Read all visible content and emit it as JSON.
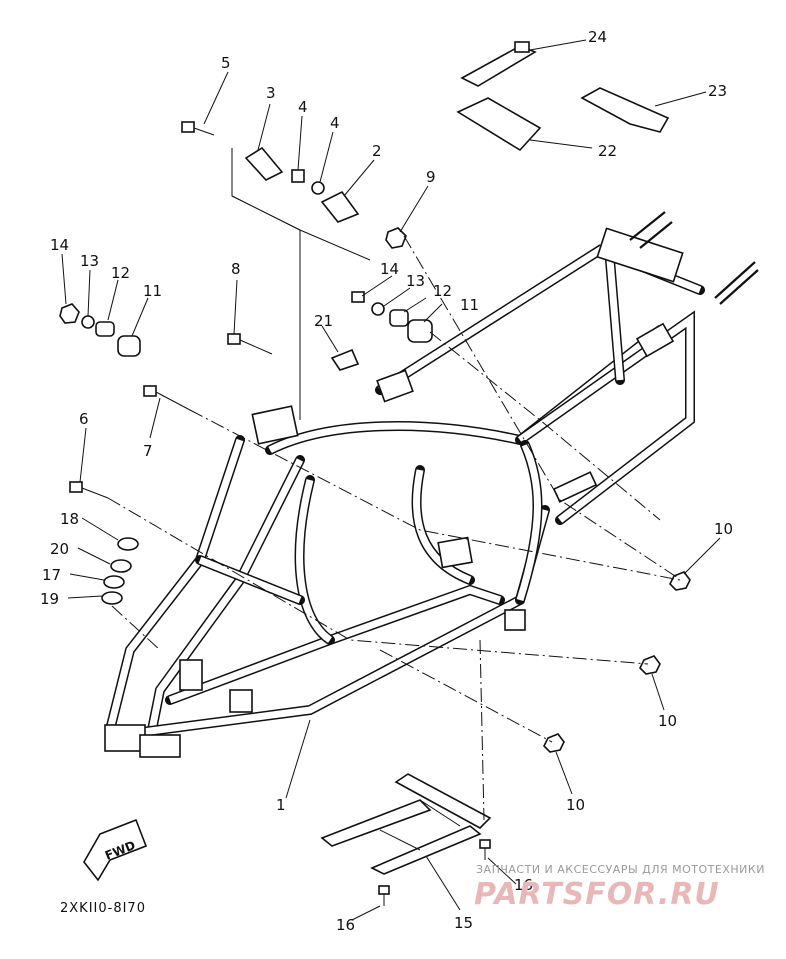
{
  "diagram": {
    "drawing_code": "2XKII0-8I70",
    "fwd_label": "FWD",
    "watermark": {
      "tagline": "ЗАПЧАСТИ И АКСЕССУАРЫ ДЛЯ МОТОТЕХНИКИ",
      "site": "PARTSFOR.RU"
    },
    "callouts": [
      {
        "id": "c1",
        "label": "1"
      },
      {
        "id": "c2",
        "label": "2"
      },
      {
        "id": "c3",
        "label": "3"
      },
      {
        "id": "c4a",
        "label": "4"
      },
      {
        "id": "c4b",
        "label": "4"
      },
      {
        "id": "c5",
        "label": "5"
      },
      {
        "id": "c6",
        "label": "6"
      },
      {
        "id": "c7",
        "label": "7"
      },
      {
        "id": "c8",
        "label": "8"
      },
      {
        "id": "c9",
        "label": "9"
      },
      {
        "id": "c10a",
        "label": "10"
      },
      {
        "id": "c10b",
        "label": "10"
      },
      {
        "id": "c10c",
        "label": "10"
      },
      {
        "id": "c11a",
        "label": "11"
      },
      {
        "id": "c11b",
        "label": "11"
      },
      {
        "id": "c12a",
        "label": "12"
      },
      {
        "id": "c12b",
        "label": "12"
      },
      {
        "id": "c13a",
        "label": "13"
      },
      {
        "id": "c13b",
        "label": "13"
      },
      {
        "id": "c14a",
        "label": "14"
      },
      {
        "id": "c14b",
        "label": "14"
      },
      {
        "id": "c15",
        "label": "15"
      },
      {
        "id": "c16a",
        "label": "16"
      },
      {
        "id": "c16b",
        "label": "16"
      },
      {
        "id": "c17",
        "label": "17"
      },
      {
        "id": "c18",
        "label": "18"
      },
      {
        "id": "c19",
        "label": "19"
      },
      {
        "id": "c20",
        "label": "20"
      },
      {
        "id": "c21",
        "label": "21"
      },
      {
        "id": "c22",
        "label": "22"
      },
      {
        "id": "c23",
        "label": "23"
      },
      {
        "id": "c24",
        "label": "24"
      }
    ]
  }
}
